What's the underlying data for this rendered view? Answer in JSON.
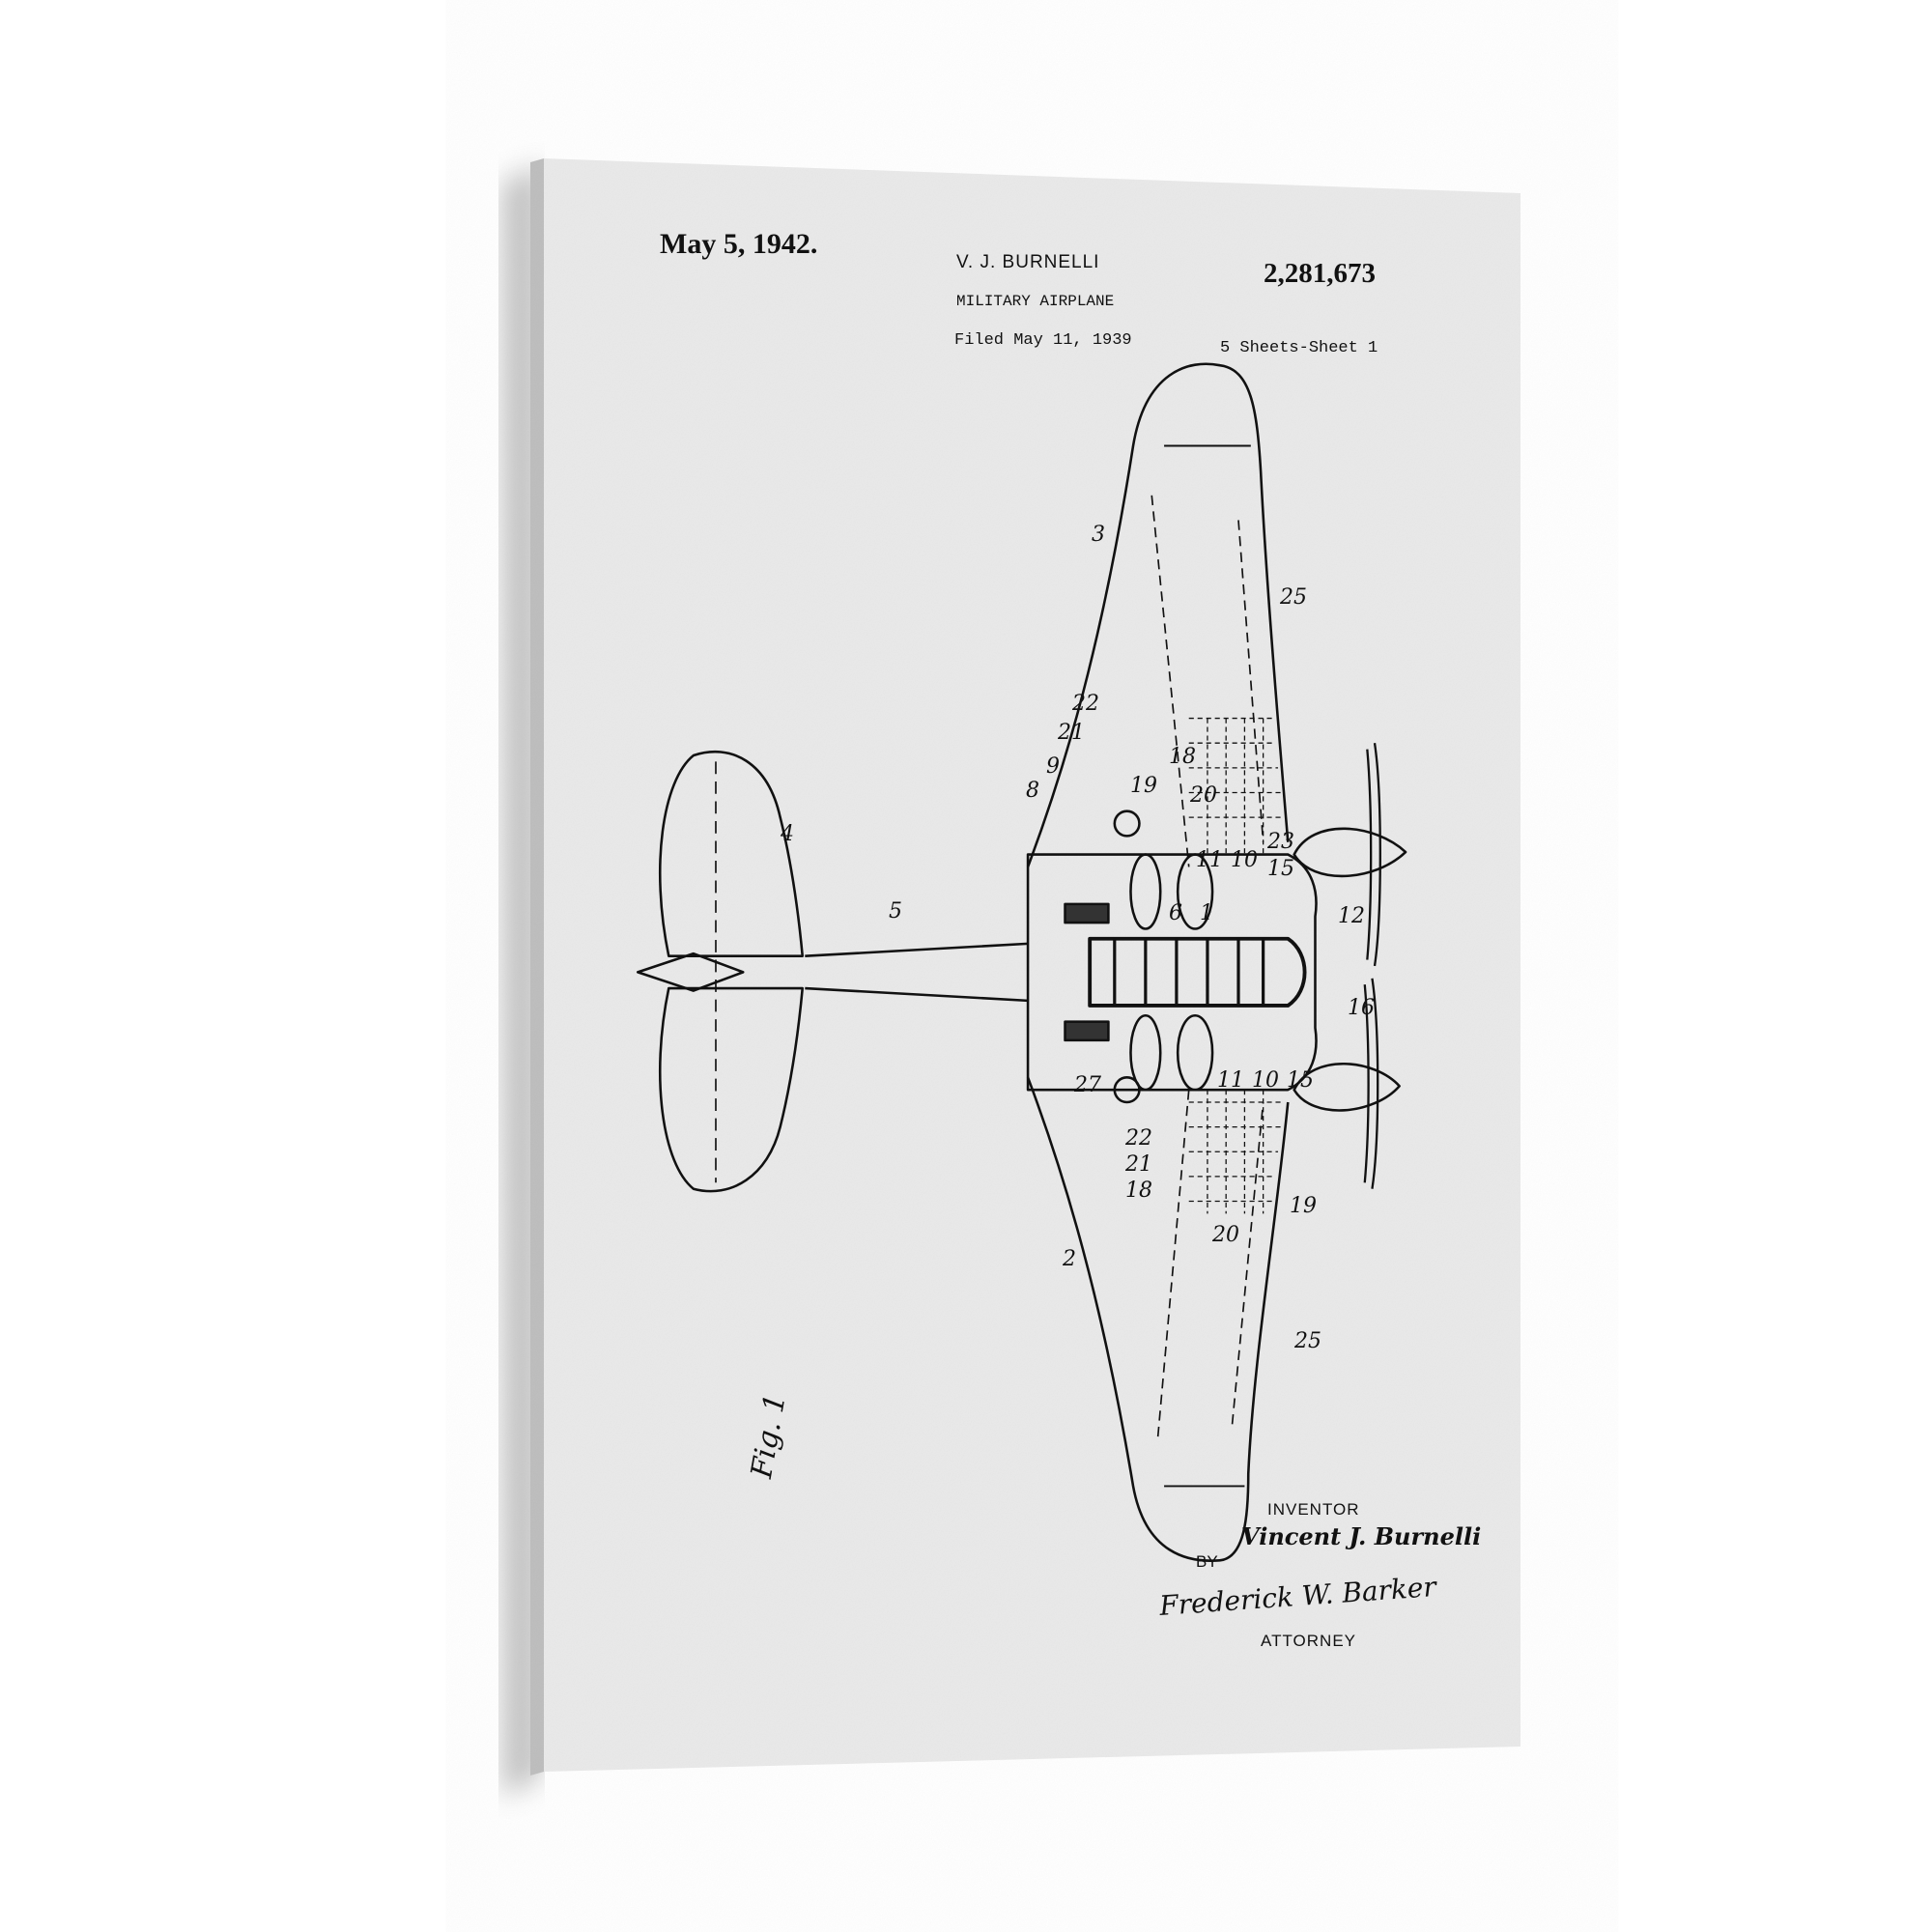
{
  "header": {
    "date": "May 5, 1942.",
    "inventor_name": "V. J. BURNELLI",
    "title": "MILITARY AIRPLANE",
    "filed": "Filed May 11, 1939",
    "patent_number": "2,281,673",
    "sheets": "5 Sheets-Sheet 1"
  },
  "figure": {
    "label": "Fig. 1",
    "reference_numerals": [
      "3",
      "25",
      "22",
      "21",
      "9",
      "8",
      "19",
      "18",
      "20",
      "4",
      "5",
      "11",
      "10",
      "23",
      "15",
      "6",
      "1",
      "12",
      "16",
      "27",
      "22",
      "21",
      "18",
      "11",
      "10",
      "15",
      "2",
      "20",
      "19",
      "25"
    ]
  },
  "footer": {
    "inventor_label": "INVENTOR",
    "inventor_signature": "Vincent J. Burnelli",
    "by_label": "BY",
    "attorney_signature": "Frederick W. Barker",
    "attorney_label": "ATTORNEY"
  },
  "colors": {
    "canvas": "#e8e8e8",
    "ink": "#111111",
    "background": "#ffffff",
    "edge": "#cfcfcf"
  }
}
